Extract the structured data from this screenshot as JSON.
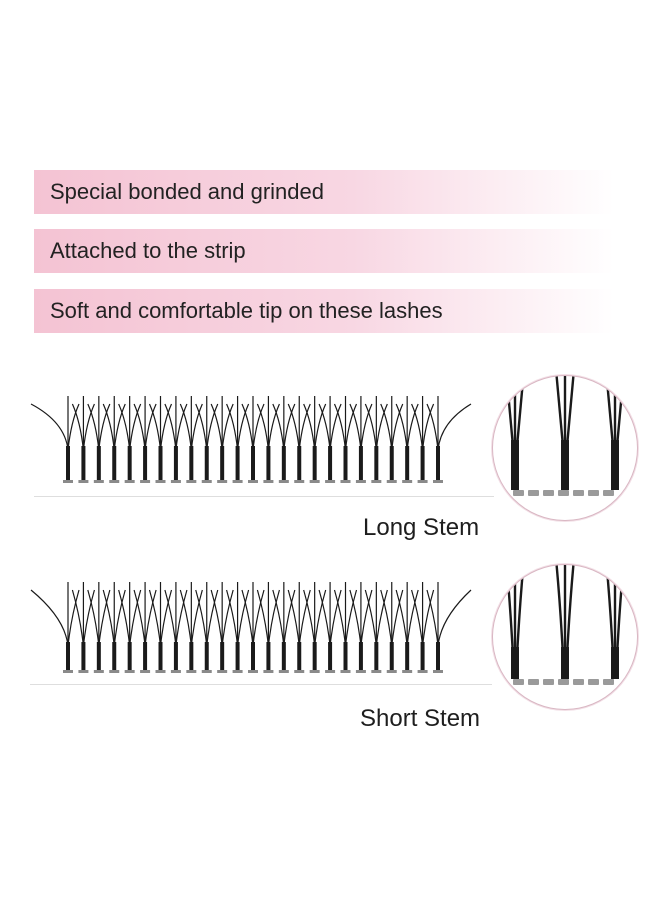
{
  "features": [
    {
      "label": "Special bonded and grinded"
    },
    {
      "label": "Attached to the strip"
    },
    {
      "label": "Soft and comfortable tip on these lashes"
    }
  ],
  "products": [
    {
      "id": "long",
      "label": "Long Stem",
      "cluster_count": 25
    },
    {
      "id": "short",
      "label": "Short Stem",
      "cluster_count": 25
    }
  ],
  "colors": {
    "banner_pink": "#f4c3d3",
    "lash": "#1a1a1a",
    "ring": "#d9b7c3",
    "text": "#222222"
  }
}
